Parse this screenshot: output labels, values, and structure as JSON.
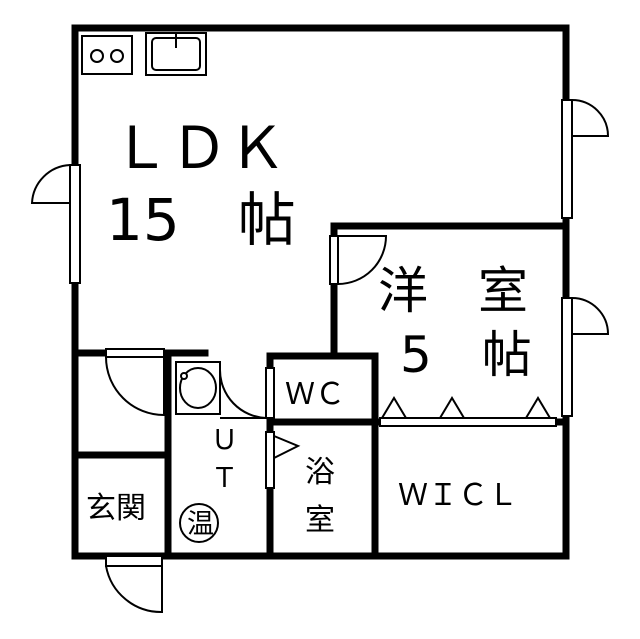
{
  "rooms": {
    "ldk": {
      "name": "ＬＤＫ",
      "size": "15　帖"
    },
    "western": {
      "name": "洋　室",
      "size": "5　帖"
    },
    "wc": {
      "name": "ＷＣ"
    },
    "ut": {
      "line1": "Ｕ",
      "line2": "Ｔ"
    },
    "water_heater": {
      "label": "温"
    },
    "bath": {
      "line1": "浴",
      "line2": "室"
    },
    "genkan": {
      "name": "玄関"
    },
    "wicl": {
      "name": "ＷＩＣＬ"
    }
  }
}
